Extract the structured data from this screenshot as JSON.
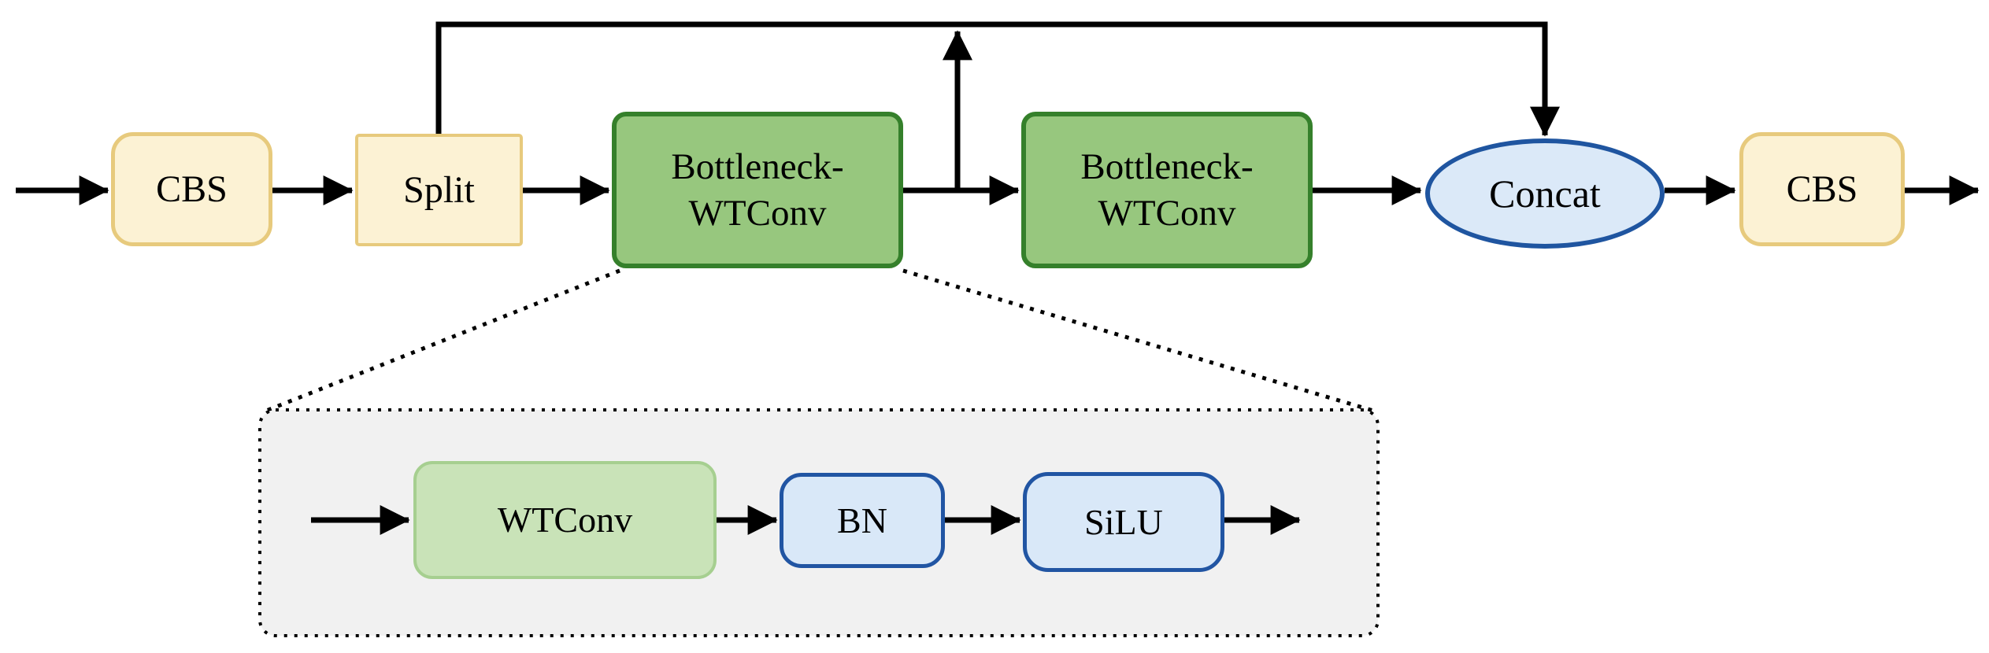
{
  "diagram": {
    "description": "C2f-WTConv module block diagram",
    "main": {
      "cbs_in": {
        "label": "CBS"
      },
      "split": {
        "label": "Split"
      },
      "bottleneck1": {
        "line1": "Bottleneck-",
        "line2": "WTConv"
      },
      "bottleneck2": {
        "line1": "Bottleneck-",
        "line2": "WTConv"
      },
      "concat": {
        "label": "Concat"
      },
      "cbs_out": {
        "label": "CBS"
      }
    },
    "detail": {
      "wtconv": {
        "label": "WTConv"
      },
      "bn": {
        "label": "BN"
      },
      "silu": {
        "label": "SiLU"
      }
    },
    "colors": {
      "background": "#ffffff",
      "yellow_fill": "#fcf2d4",
      "yellow_border": "#e7ca7d",
      "green_fill": "#97c77e",
      "green_border": "#35802b",
      "lightgreen_fill": "#c9e3b8",
      "lightgreen_border": "#a6cf90",
      "blue_fill": "#d9e8f8",
      "blue_border": "#2155a3",
      "concat_fill": "#dbe9f8",
      "concat_border": "#1f55a0",
      "detail_box_fill": "#f1f1f1",
      "line_color": "#000000"
    }
  }
}
